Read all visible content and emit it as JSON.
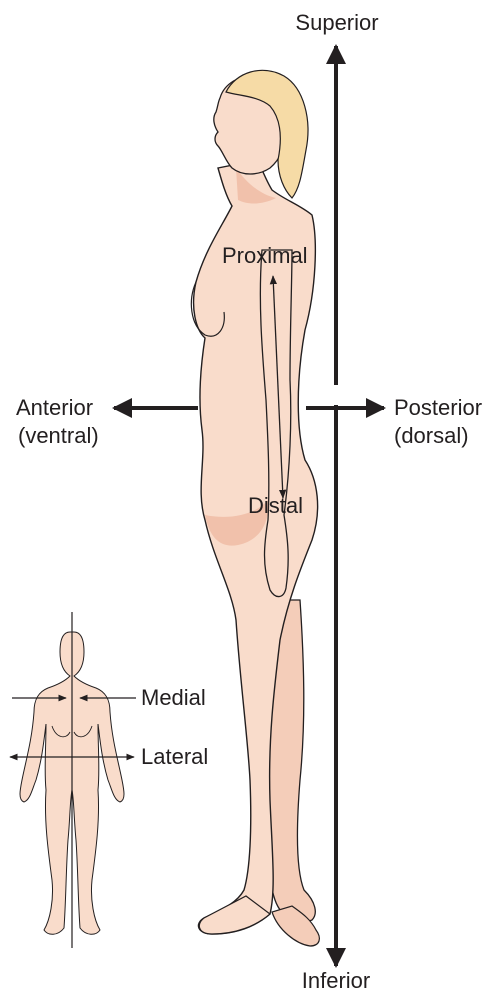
{
  "labels": {
    "superior": "Superior",
    "inferior": "Inferior",
    "anterior": "Anterior",
    "anterior_alt": "(ventral)",
    "posterior": "Posterior",
    "posterior_alt": "(dorsal)",
    "proximal": "Proximal",
    "distal": "Distal",
    "medial": "Medial",
    "lateral": "Lateral"
  },
  "colors": {
    "skin": "#f9dccb",
    "skin_shadow": "#f1c1ab",
    "hair": "#f6dba6",
    "outline": "#231f20"
  }
}
